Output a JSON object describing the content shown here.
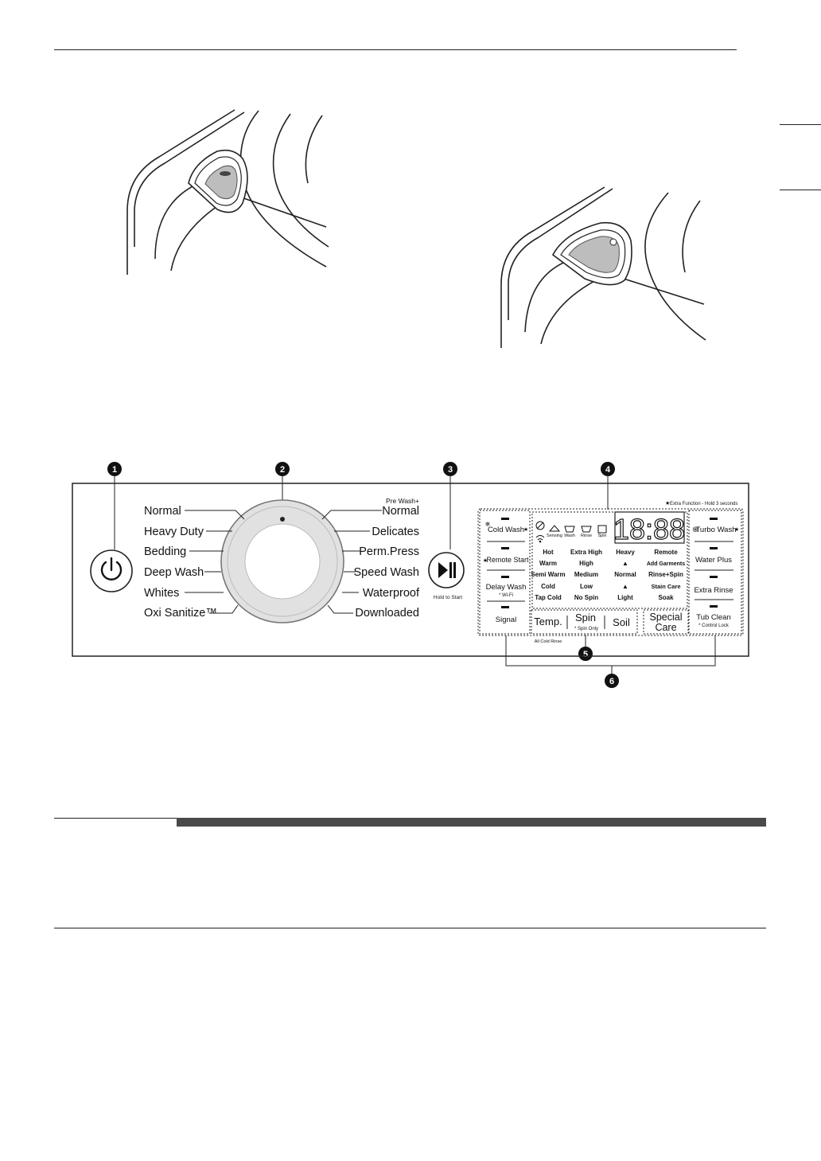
{
  "callouts": [
    "1",
    "2",
    "3",
    "4",
    "5",
    "6"
  ],
  "dial": {
    "left_programs": [
      "Normal",
      "Heavy Duty",
      "Bedding",
      "Deep Wash",
      "Whites",
      "Oxi Sanitize™"
    ],
    "right_programs": [
      "Normal",
      "Delicates",
      "Perm.Press",
      "Speed Wash",
      "Waterproof",
      "Downloaded"
    ],
    "right_top_prefix": "Pre Wash+"
  },
  "start_button": {
    "caption": "Hold to Start"
  },
  "extra_function_note": "Extra Function - Hold 3 seconds",
  "left_column_buttons": [
    "Cold Wash",
    "Remote Start",
    "Delay Wash",
    "Signal"
  ],
  "delay_wash_sub": "* Wi-Fi",
  "right_column_buttons": [
    "Turbo Wash",
    "Water Plus",
    "Extra Rinse",
    "Tub Clean"
  ],
  "tub_clean_sub": "* Control Lock",
  "cycle_icons": [
    "Sensing",
    "Wash",
    "Rinse",
    "Spin"
  ],
  "display_digits": "18:88",
  "option_table": {
    "temp": [
      "Hot",
      "Warm",
      "Semi Warm",
      "Cold",
      "Tap Cold"
    ],
    "spin": [
      "Extra High",
      "High",
      "Medium",
      "Low",
      "No Spin"
    ],
    "soil": [
      "Heavy",
      "▲",
      "Normal",
      "▲",
      "Light"
    ],
    "special": [
      "Remote",
      "Add Garments",
      "Rinse+Spin",
      "Stain Care",
      "Soak"
    ]
  },
  "bottom_buttons": {
    "temp": "Temp.",
    "spin": "Spin",
    "spin_sub": "* Spin Only",
    "soil": "Soil",
    "special_care_line1": "Special",
    "special_care_line2": "Care"
  },
  "all_cold_rinse": "All Cold Rinse",
  "icons": {
    "power": "power-icon",
    "play_pause": "play-pause-icon",
    "wifi": "wifi-icon",
    "turbo": "turbo-wash-icon",
    "cold": "snowflake-icon",
    "star": "star-icon"
  }
}
